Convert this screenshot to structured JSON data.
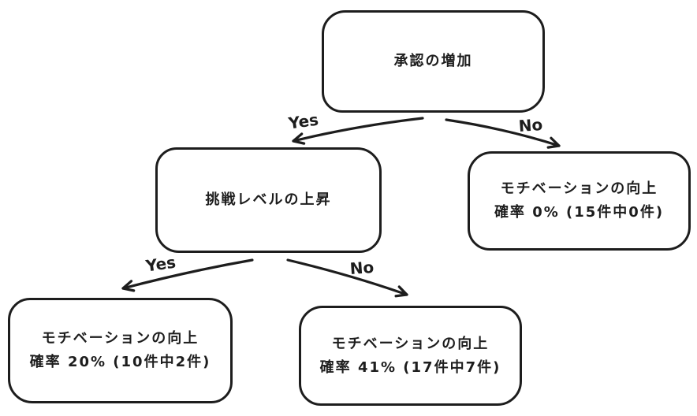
{
  "colors": {
    "ink": "#1d1d1d",
    "background": "#ffffff"
  },
  "tree": {
    "type": "decision-tree",
    "root": {
      "label": "承認の増加"
    },
    "challenge": {
      "label": "挑戦レベルの上昇"
    },
    "edges": {
      "root_yes": "Yes",
      "root_no": "No",
      "challenge_yes": "Yes",
      "challenge_no": "No"
    },
    "leaf_root_no": {
      "line1": "モチベーションの向上",
      "line2": "確率 0% (15件中0件)",
      "probability_percent": 0,
      "cases_total": 15,
      "cases_positive": 0
    },
    "leaf_challenge_yes": {
      "line1": "モチベーションの向上",
      "line2": "確率 20% (10件中2件)",
      "probability_percent": 20,
      "cases_total": 10,
      "cases_positive": 2
    },
    "leaf_challenge_no": {
      "line1": "モチベーションの向上",
      "line2": "確率 41% (17件中7件)",
      "probability_percent": 41,
      "cases_total": 17,
      "cases_positive": 7
    }
  }
}
